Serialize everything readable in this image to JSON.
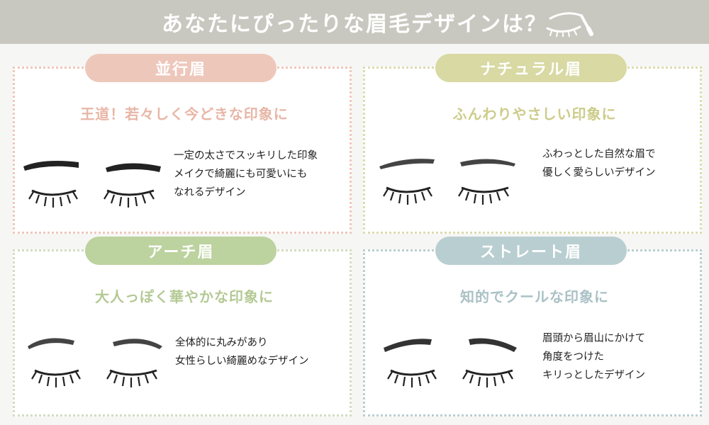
{
  "header": {
    "title": "あなたにぴったりな眉毛デザインは？",
    "icon": "eye-brow-icon"
  },
  "colors": {
    "header_bg": "#c9c8c0",
    "parallel": "#eec7bb",
    "natural": "#d8d9a3",
    "arch": "#bcd29f",
    "straight": "#b9ced1",
    "text": "#222222"
  },
  "cards": [
    {
      "id": "parallel",
      "label": "並行眉",
      "subtitle": "王道！若々しく今どきな印象に",
      "desc": [
        "一定の太さでスッキリした印象",
        "メイクで綺麗にも可愛いにも",
        "なれるデザイン"
      ],
      "eye_icon": "parallel-brow-eyes-icon"
    },
    {
      "id": "natural",
      "label": "ナチュラル眉",
      "subtitle": "ふんわりやさしい印象に",
      "desc": [
        "ふわっとした自然な眉で",
        "優しく愛らしいデザイン"
      ],
      "eye_icon": "natural-brow-eyes-icon"
    },
    {
      "id": "arch",
      "label": "アーチ眉",
      "subtitle": "大人っぽく華やかな印象に",
      "desc": [
        "全体的に丸みがあり",
        "女性らしい綺麗めなデザイン"
      ],
      "eye_icon": "arch-brow-eyes-icon"
    },
    {
      "id": "straight",
      "label": "ストレート眉",
      "subtitle": "知的でクールな印象に",
      "desc": [
        "眉頭から眉山にかけて",
        "角度をつけた",
        "キリっとしたデザイン"
      ],
      "eye_icon": "straight-brow-eyes-icon"
    }
  ]
}
